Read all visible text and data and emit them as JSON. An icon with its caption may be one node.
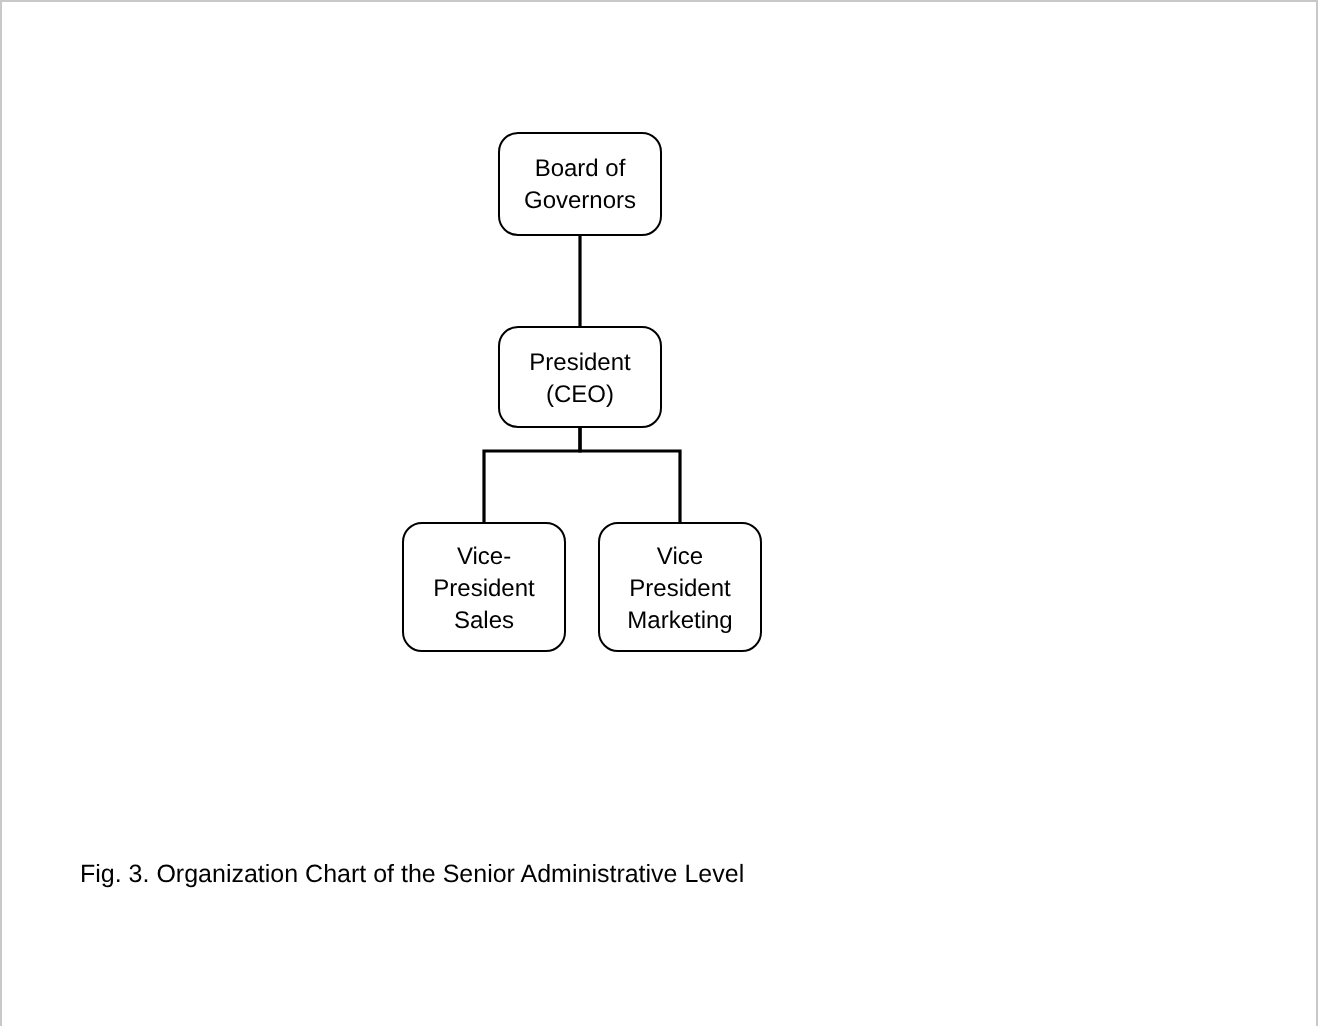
{
  "diagram": {
    "caption": "Fig. 3. Organization Chart of the Senior Administrative Level",
    "nodes": [
      {
        "text": [
          "Board of Governors"
        ]
      },
      {
        "text": [
          "President (CEO)"
        ]
      },
      {
        "text": [
          "Vice-President Sales"
        ]
      },
      {
        "text": [
          "Vice President Marketing"
        ]
      }
    ],
    "edges": [
      {
        "from": 0,
        "to": 1,
        "arrow": "none"
      },
      {
        "from": 1,
        "to": 2,
        "arrow": "none"
      },
      {
        "from": 1,
        "to": 3,
        "arrow": "none"
      }
    ]
  }
}
